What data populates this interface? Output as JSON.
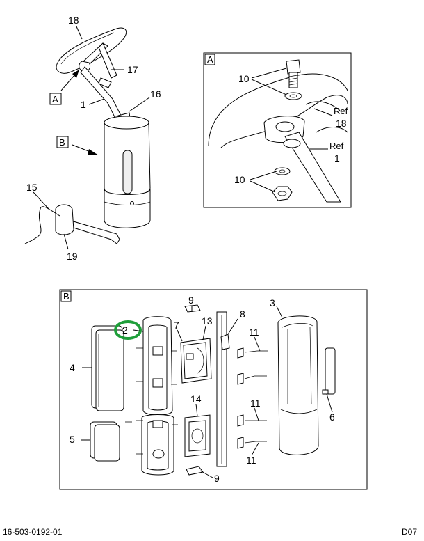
{
  "detail_a": {
    "box_letter": "A",
    "callouts": {
      "bolt_washer": "10",
      "nut_washer": "10",
      "ref18_a": "Ref",
      "ref18_b": "18",
      "ref1_a": "Ref",
      "ref1_b": "1"
    }
  },
  "detail_b": {
    "box_letter": "B",
    "callouts": {
      "c2": "2",
      "c3": "3",
      "c4": "4",
      "c5": "5",
      "c6": "6",
      "c7": "7",
      "c8": "8",
      "c9_top": "9",
      "c9_bottom": "9",
      "c11_a": "11",
      "c11_b": "11",
      "c11_c": "11",
      "c13": "13",
      "c14": "14"
    }
  },
  "main_view": {
    "callouts": {
      "c1": "1",
      "c15": "15",
      "c16": "16",
      "c17": "17",
      "c18": "18",
      "c19": "19"
    },
    "ref_a": "A",
    "ref_b": "B"
  },
  "footer": {
    "part_number": "16-503-0192-01",
    "page_code": "D07"
  },
  "colors": {
    "highlight_circle": "#1f9e3a",
    "line": "#000000",
    "fill_light": "#efefef"
  }
}
